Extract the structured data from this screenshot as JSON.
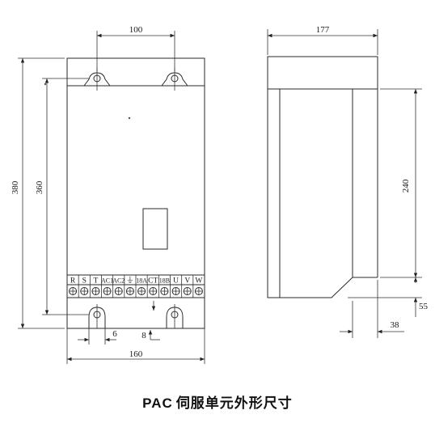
{
  "front_view": {
    "dim_top_width": "100",
    "dim_total_height": "380",
    "dim_hole_spacing": "360",
    "dim_slot_width": "6",
    "dim_slot_offset": "8",
    "dim_bottom_width": "160",
    "terminals": [
      "R",
      "S",
      "T",
      "AC1",
      "AC2",
      "⏚",
      "18A",
      "CT",
      "18B",
      "U",
      "V",
      "W"
    ]
  },
  "side_view": {
    "dim_depth": "177",
    "dim_body_height": "240",
    "dim_step_height": "55",
    "dim_step_depth": "38"
  },
  "caption": {
    "model": "PAC",
    "text": "伺服单元外形尺寸"
  }
}
